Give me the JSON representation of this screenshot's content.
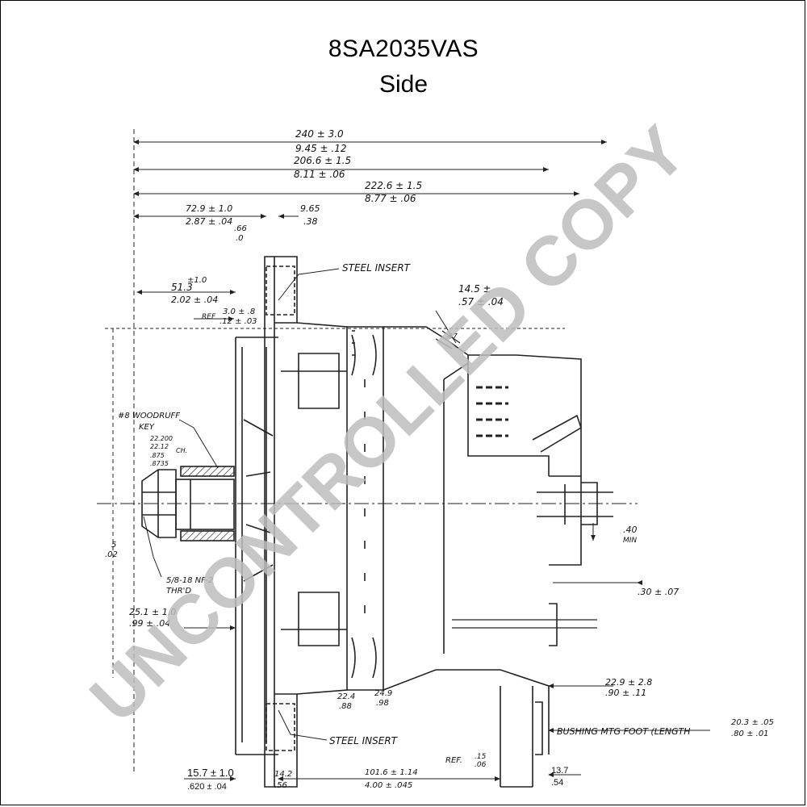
{
  "header": {
    "part_number": "8SA2035VAS",
    "view": "Side"
  },
  "watermark": "UNCONTROLLED COPY",
  "dimensions": {
    "overall_length": [
      "240 ± 3.0",
      "9.45 ± .12"
    ],
    "length_2": [
      "206.6 ± 1.5",
      "8.11 ± .06"
    ],
    "length_3": [
      "222.6 ± 1.5",
      "8.77 ± .06"
    ],
    "shaft_to_flange": [
      "72.9 ± 1.0",
      "2.87 ± .04"
    ],
    "flange_thickness": [
      "9.65",
      ".38"
    ],
    "small_gap": [
      ".66",
      ".0"
    ],
    "shaft_length": [
      "±1.0",
      "51.3",
      "2.02 ± .04"
    ],
    "ref_offset": [
      "REF",
      "3.0 ± .8",
      ".12 ± .03"
    ],
    "top_terminal_angle": [
      "14.5 ±",
      ".57 ± .04"
    ],
    "angle_note": "47",
    "min_clearance": [
      ".40",
      "MIN"
    ],
    "right_offset": ".30 ± .07",
    "lower_hole": [
      "25.1 ± 1.0",
      ".99 ± .04"
    ],
    "foot_hole": [
      "22.9 ± 2.8",
      ".90 ± .11"
    ],
    "foot_length": [
      "20.3 ± .05",
      ".80 ± .01"
    ],
    "bottom_left": [
      "15.7 ± 1.0",
      ".620 ± .04"
    ],
    "bottom_mid1": [
      "14.2",
      ".56"
    ],
    "bottom_mid2": [
      "101.6 ± 1.14",
      "4.00 ± .045"
    ],
    "bottom_right": [
      "13.7",
      ".54"
    ],
    "ref_bottom": [
      "REF.",
      ".15",
      ".06"
    ],
    "web_a": [
      "22.4",
      ".88"
    ],
    "web_b": [
      "24.9",
      ".98"
    ],
    "left_vertical": [
      "5",
      ".02"
    ],
    "key_dims": [
      "22.200",
      "22.12",
      "CH.",
      ".875",
      ".8735"
    ]
  },
  "callouts": {
    "steel_insert_top": "STEEL INSERT",
    "steel_insert_bottom": "STEEL INSERT",
    "woodruff_key": [
      "#8 WOODRUFF",
      "KEY"
    ],
    "thread": [
      "5/8-18 NF-2",
      "THR'D"
    ],
    "bushing": "BUSHING MTG FOOT (LENGTH"
  }
}
